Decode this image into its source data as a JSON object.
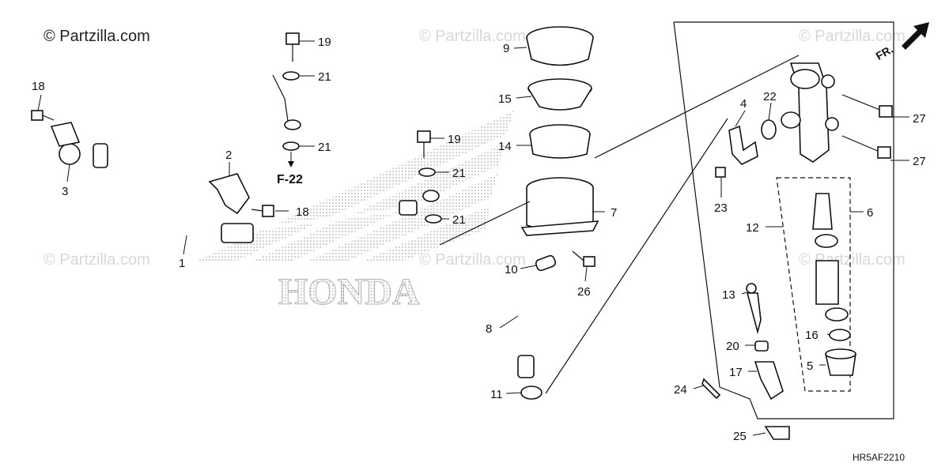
{
  "watermark": {
    "primary": "© Partzilla.com",
    "faint": "© Partzilla.com"
  },
  "brand_text": "HONDA",
  "direction_label": "FR.",
  "reference_label": "F-22",
  "diagram_code": "HR5AF2210",
  "callouts": [
    "1",
    "2",
    "3",
    "4",
    "5",
    "6",
    "7",
    "8",
    "9",
    "10",
    "11",
    "12",
    "13",
    "14",
    "15",
    "16",
    "17",
    "18",
    "19",
    "20",
    "21",
    "22",
    "23",
    "24",
    "25",
    "26",
    "27"
  ],
  "colors": {
    "line": "#111111",
    "watermark": "#d8d8d8",
    "halftone": "#9a9a9a"
  }
}
